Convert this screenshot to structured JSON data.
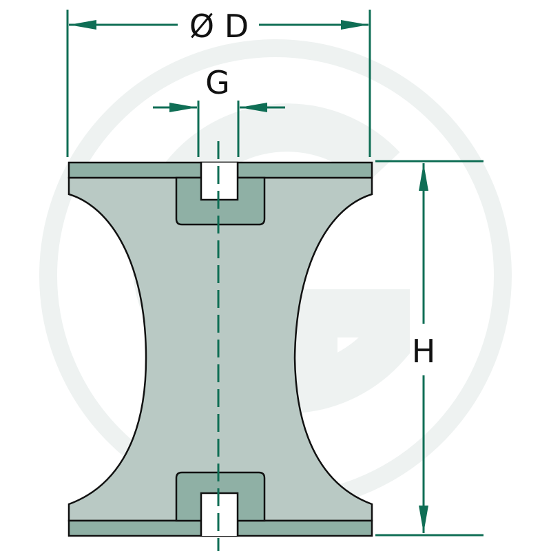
{
  "labels": {
    "diameter": "Ø D",
    "thread": "G",
    "height": "H"
  },
  "colors": {
    "dimension_line": "#0f6e55",
    "body_fill": "#b9c9c4",
    "flange_fill": "#8fb0a5",
    "outline": "#111111",
    "watermark": "#eef2f1",
    "background": "#ffffff"
  }
}
